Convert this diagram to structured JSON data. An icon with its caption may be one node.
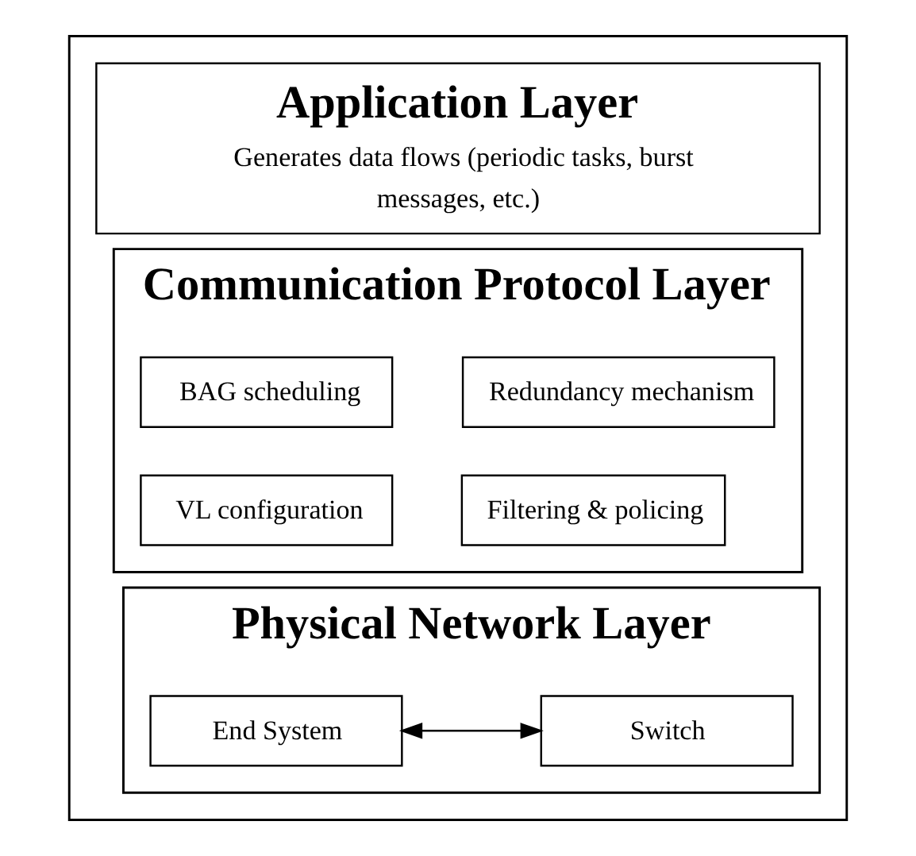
{
  "diagram": {
    "nodes": [
      {
        "text": [],
        "shape": "box"
      },
      {
        "text": [
          "Application Layer",
          "Generates data flows (periodic tasks, burst messages, etc.)"
        ],
        "in": 0
      },
      {
        "text": [
          "Communication Protocol Layer"
        ],
        "in": 0
      },
      {
        "text": [
          "BAG scheduling"
        ],
        "in": 2
      },
      {
        "text": [
          "Redundancy mechanism"
        ],
        "in": 2
      },
      {
        "text": [
          "VL configuration"
        ],
        "in": 2
      },
      {
        "text": [
          "Filtering & policing"
        ],
        "in": 2
      },
      {
        "text": [
          "Physical Network Layer"
        ],
        "in": 0
      },
      {
        "text": [
          "End System"
        ],
        "in": 7
      },
      {
        "text": [
          "Switch"
        ],
        "in": 7
      }
    ],
    "edges": [
      {
        "from": 8,
        "to": 9,
        "arrow": "both"
      }
    ]
  }
}
